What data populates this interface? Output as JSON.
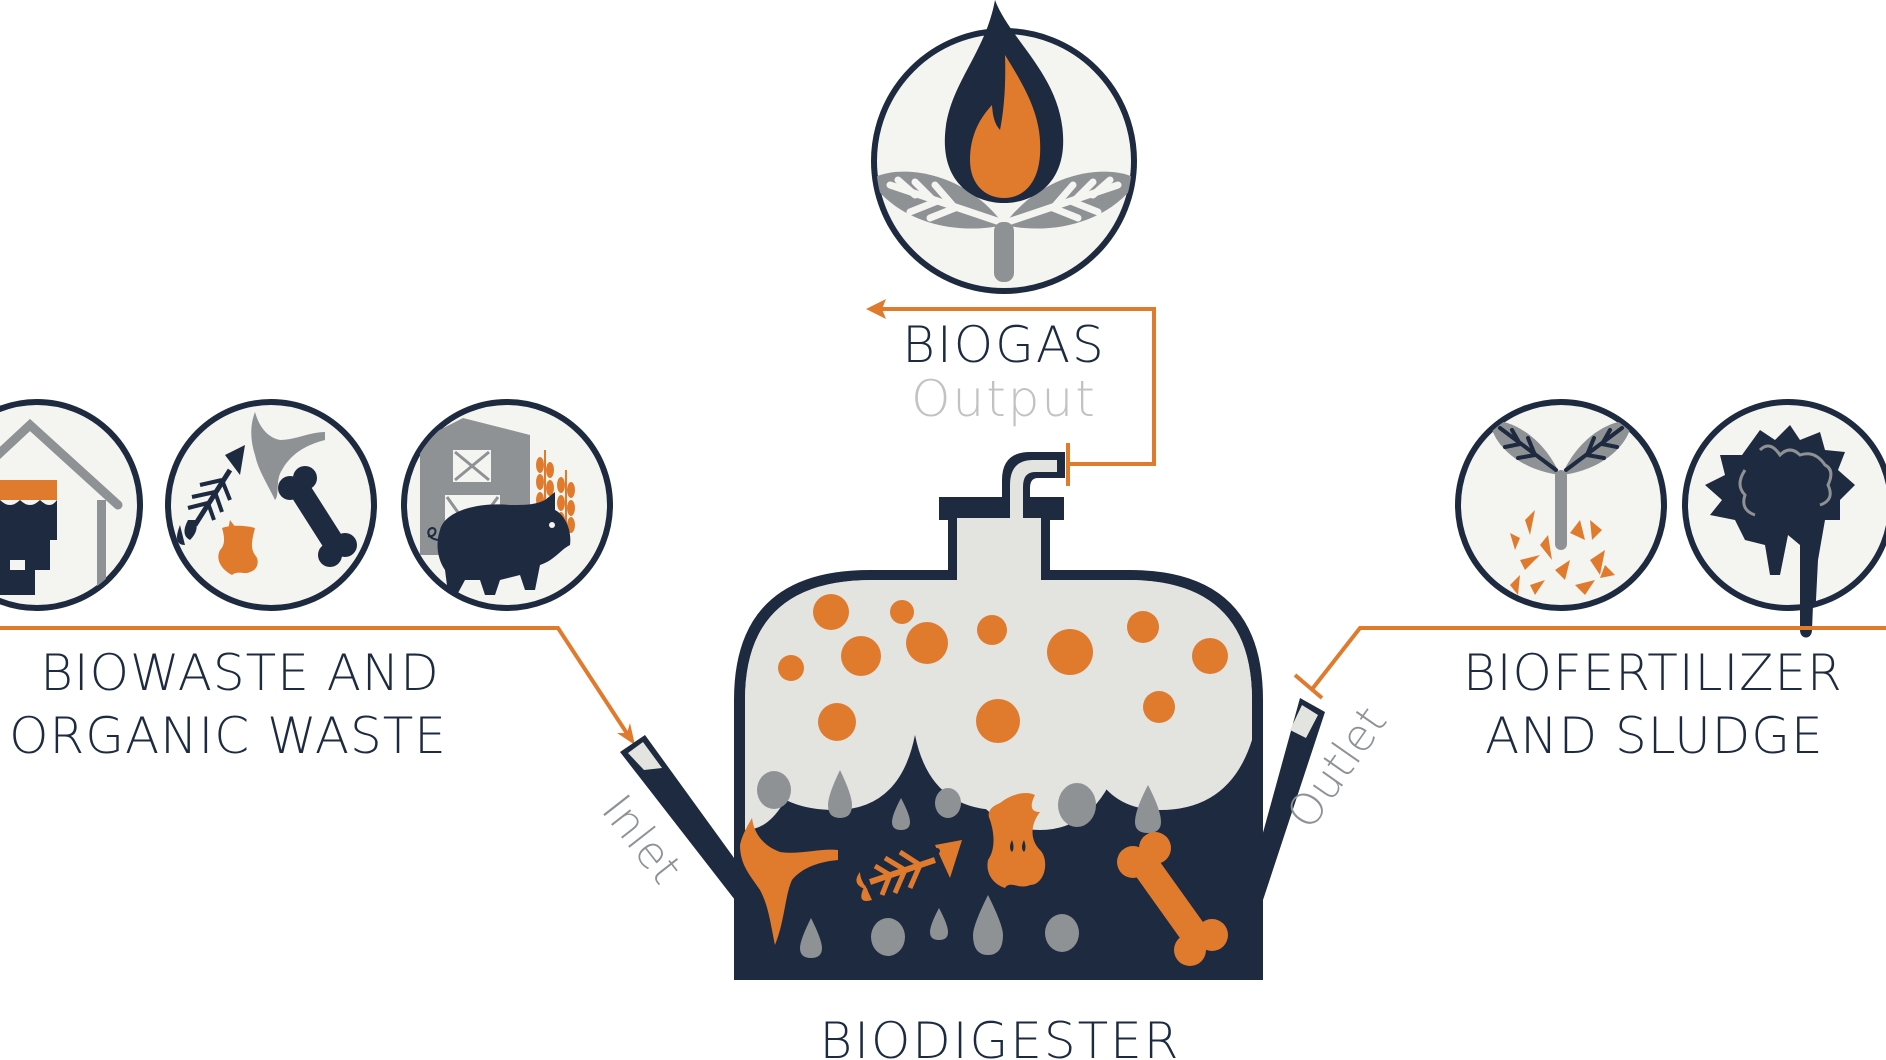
{
  "colors": {
    "navy": "#1d2a3f",
    "orange": "#e07b2e",
    "gray": "#8f9295",
    "light": "#e3e3e0",
    "circle_bg": "#f4f4f1",
    "muted_text": "#c2c2c2"
  },
  "biogas": {
    "title": "BIOGAS",
    "subtitle": "Output",
    "icon": "flame-leaves-icon"
  },
  "input": {
    "title_line1": "BIOWASTE AND",
    "title_line2": "ORGANIC WASTE",
    "pipe_label": "Inlet",
    "icons": [
      "house-plunger-icon",
      "food-scraps-icon",
      "barn-pig-wheat-icon"
    ]
  },
  "output": {
    "title_line1": "BIOFERTILIZER",
    "title_line2": "AND SLUDGE",
    "pipe_label": "Outlet",
    "icons": [
      "sprout-fertilizer-icon",
      "sludge-splat-icon"
    ]
  },
  "digester": {
    "title": "BIODIGESTER"
  }
}
